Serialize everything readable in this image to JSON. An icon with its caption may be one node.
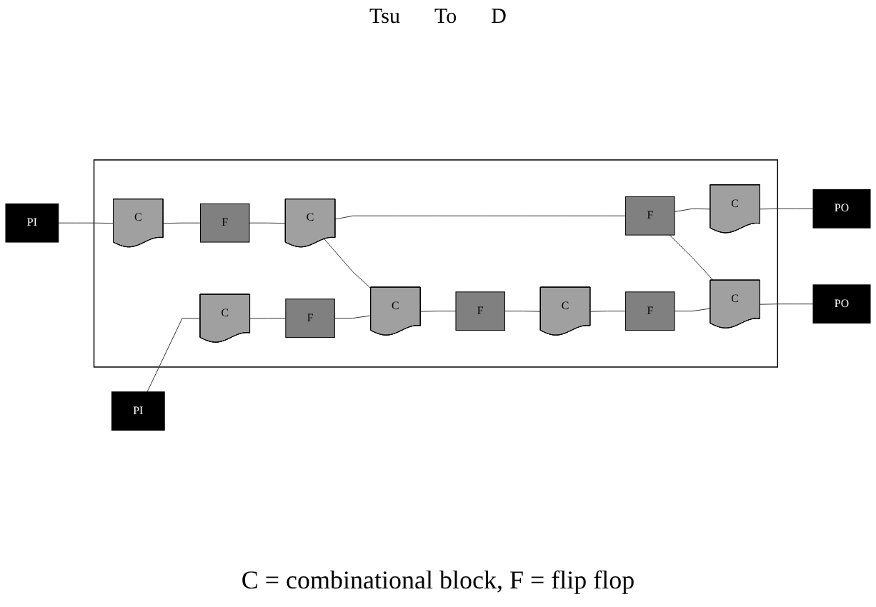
{
  "diagram": {
    "caption": "C = combinational block, F = flip flop",
    "nodes": [
      {
        "text": [],
        "shape": "box"
      },
      {
        "text": [
          "PI"
        ]
      },
      {
        "text": [
          "C"
        ],
        "in": 0
      },
      {
        "text": [
          "F"
        ],
        "in": 0
      },
      {
        "text": [
          "C"
        ],
        "in": 0
      },
      {
        "text": [
          "F"
        ],
        "in": 0
      },
      {
        "text": [
          "C"
        ],
        "in": 0
      },
      {
        "text": [
          "PO"
        ]
      },
      {
        "text": [
          "PI"
        ]
      },
      {
        "text": [
          "C"
        ],
        "in": 0
      },
      {
        "text": [
          "F"
        ],
        "in": 0
      },
      {
        "text": [
          "C"
        ],
        "in": 0
      },
      {
        "text": [
          "F"
        ],
        "in": 0
      },
      {
        "text": [
          "C"
        ],
        "in": 0
      },
      {
        "text": [
          "F"
        ],
        "in": 0
      },
      {
        "text": [
          "C"
        ],
        "in": 0
      },
      {
        "text": [
          "PO"
        ]
      }
    ],
    "edges": [
      {
        "from": 1,
        "to": 2,
        "arrow": "none"
      },
      {
        "from": 2,
        "to": 3,
        "arrow": "none"
      },
      {
        "from": 3,
        "to": 4,
        "arrow": "none"
      },
      {
        "from": 4,
        "to": 5,
        "arrow": "none"
      },
      {
        "from": 5,
        "to": 6,
        "arrow": "none"
      },
      {
        "from": 6,
        "to": 7,
        "arrow": "none"
      },
      {
        "from": 4,
        "to": 11,
        "arrow": "none"
      },
      {
        "from": 5,
        "to": 15,
        "arrow": "none"
      },
      {
        "from": 8,
        "to": 9,
        "arrow": "none"
      },
      {
        "from": 9,
        "to": 10,
        "arrow": "none"
      },
      {
        "from": 10,
        "to": 11,
        "arrow": "none"
      },
      {
        "from": 11,
        "to": 12,
        "arrow": "none"
      },
      {
        "from": 12,
        "to": 13,
        "arrow": "none"
      },
      {
        "from": 13,
        "to": 14,
        "arrow": "none"
      },
      {
        "from": 14,
        "to": 15,
        "arrow": "none"
      },
      {
        "from": 15,
        "to": 16,
        "arrow": "none"
      }
    ],
    "labels": [
      "Tsu",
      "To",
      "D"
    ]
  }
}
